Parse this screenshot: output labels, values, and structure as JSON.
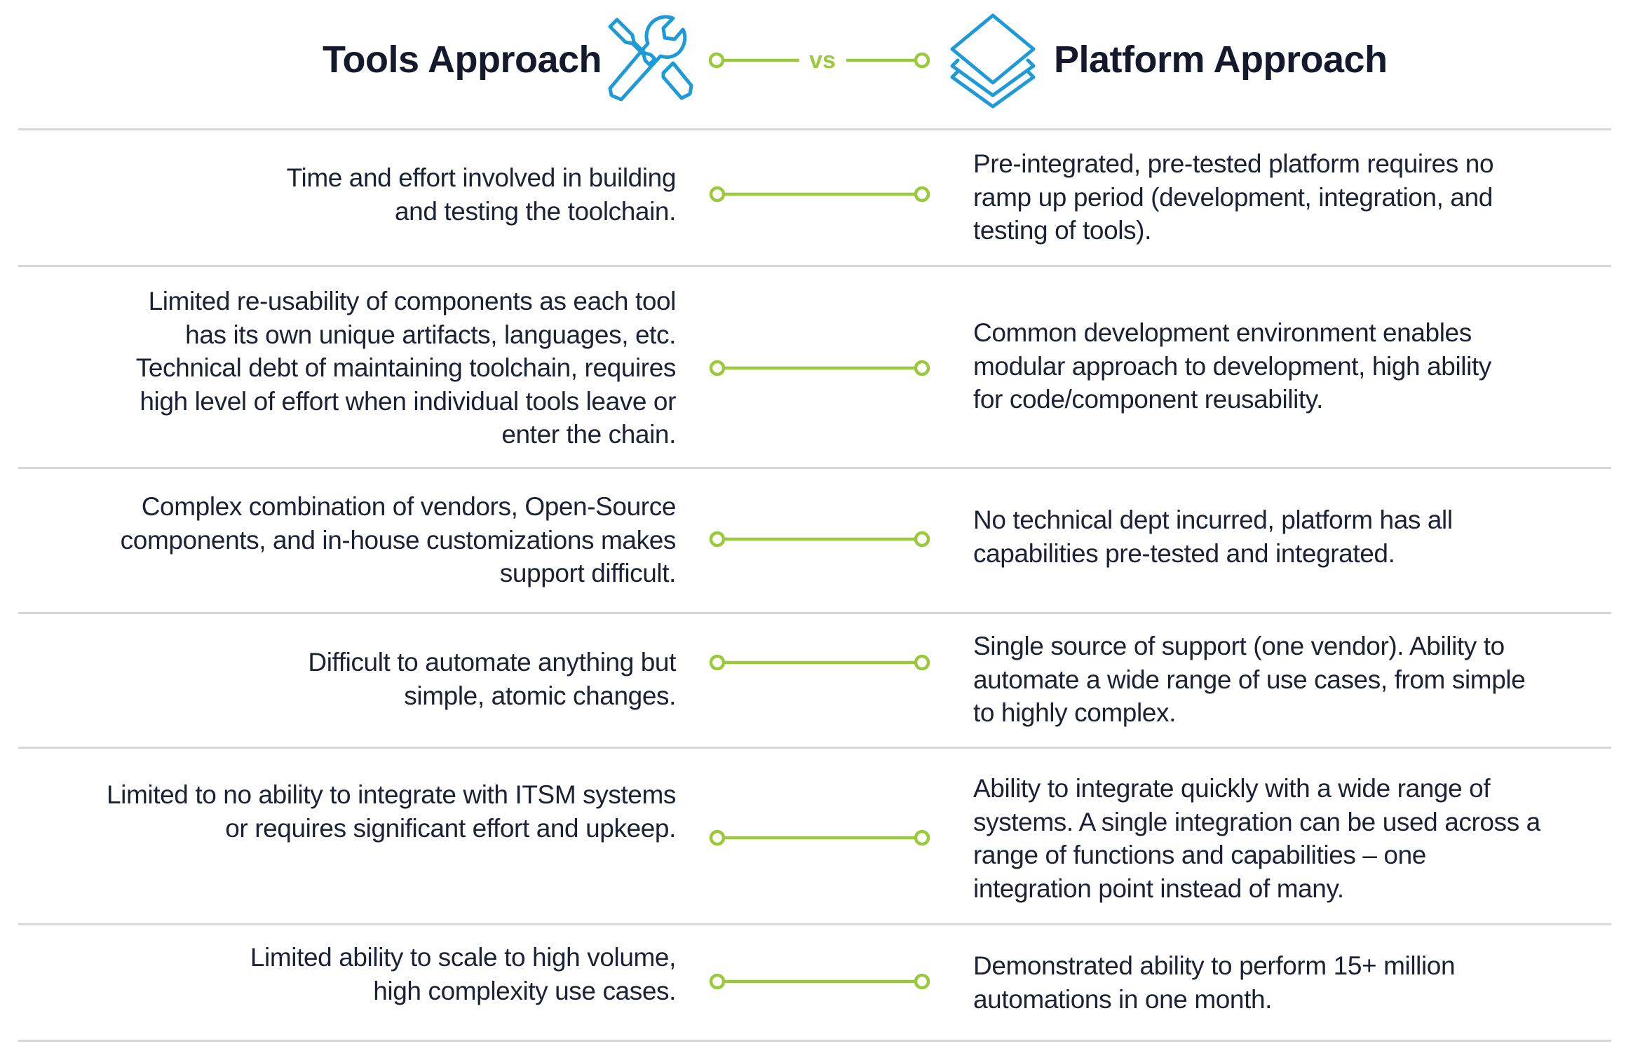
{
  "header": {
    "left_title": "Tools Approach",
    "left_icon": "tools-wrench-screwdriver-icon",
    "vs_label": "vs",
    "right_title": "Platform Approach",
    "right_icon": "layers-stack-icon"
  },
  "colors": {
    "accent_green": "#9aca3c",
    "icon_blue": "#1e9ad6",
    "title_text": "#141a2b",
    "body_text": "#1b2233",
    "divider": "#d7d7d7",
    "background": "#ffffff"
  },
  "rows": [
    {
      "tools": [
        "Time and effort involved in building",
        "and testing the toolchain."
      ],
      "platform": [
        "Pre-integrated, pre-tested platform requires no",
        "ramp up period (development, integration, and",
        "testing of tools)."
      ]
    },
    {
      "tools": [
        "Limited re-usability of components as each tool",
        "has its own unique artifacts, languages, etc.",
        "Technical debt of maintaining toolchain, requires",
        "high level of effort when individual tools leave or",
        "enter the chain."
      ],
      "platform": [
        "Common development environment enables",
        "modular approach to development, high ability",
        "for code/component reusability."
      ]
    },
    {
      "tools": [
        "Complex combination of vendors, Open-Source",
        "components, and in-house customizations makes",
        "support difficult."
      ],
      "platform": [
        "No technical dept incurred, platform has all",
        "capabilities pre-tested and integrated."
      ]
    },
    {
      "tools": [
        "Difficult to automate anything but",
        "simple, atomic changes."
      ],
      "platform": [
        "Single source of support (one vendor). Ability to",
        "automate a wide range of use cases, from simple",
        "to highly complex."
      ]
    },
    {
      "tools": [
        "Limited to no ability to integrate with ITSM systems",
        "or requires significant effort and upkeep."
      ],
      "platform": [
        "Ability to integrate quickly with a wide range of",
        "systems. A single integration can be used across a",
        "range of functions and capabilities – one",
        "integration point instead of many."
      ]
    },
    {
      "tools": [
        "Limited ability to scale to high volume,",
        "high complexity use cases."
      ],
      "platform": [
        "Demonstrated ability to perform 15+ million",
        "automations in one month."
      ]
    }
  ]
}
